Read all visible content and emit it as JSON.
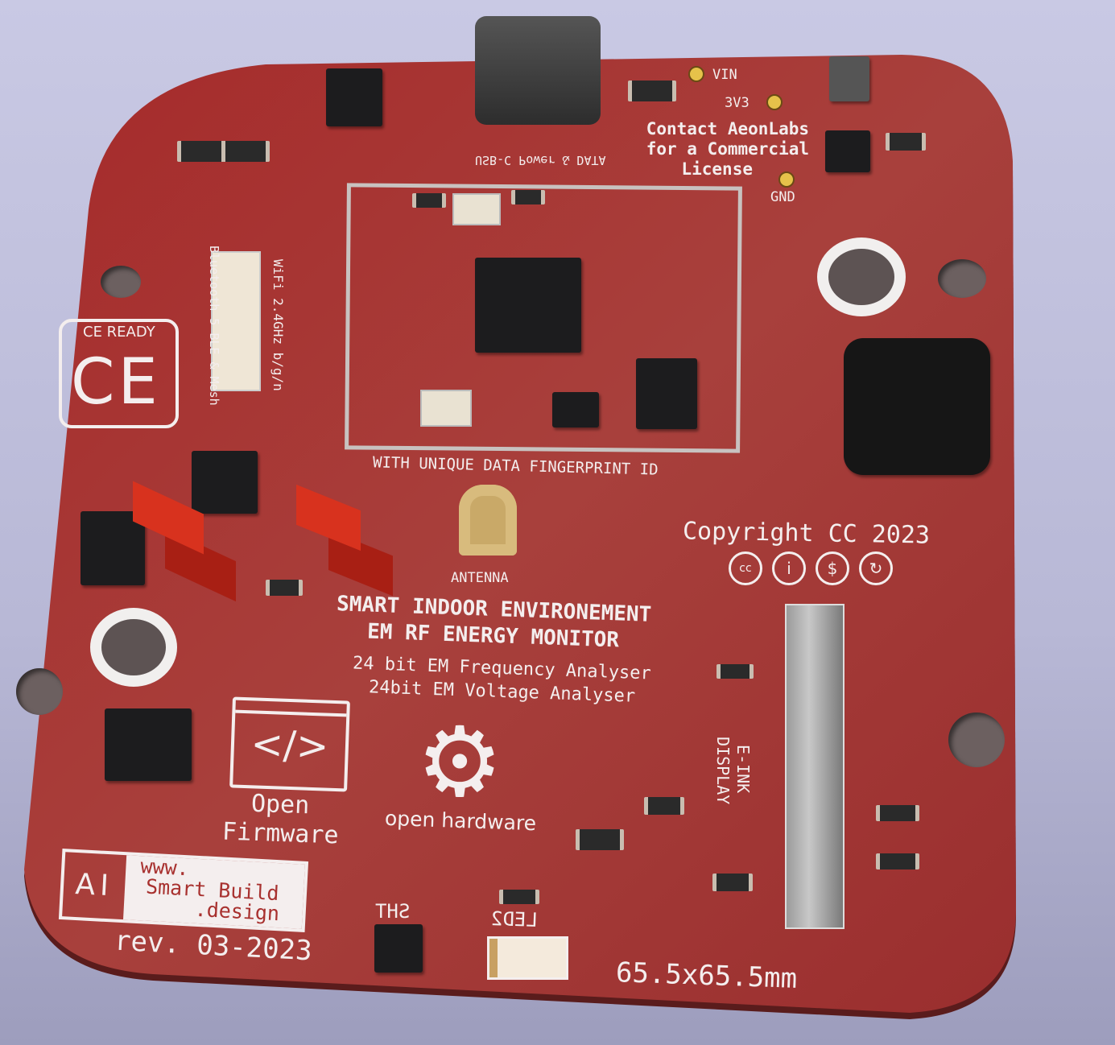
{
  "board": {
    "colors": {
      "solder_mask": "#a8312f",
      "silkscreen": "#f4eeee",
      "pads": "#e6c24a",
      "background": "#c3c3df"
    },
    "usb_label": "USB-C Power & DATA",
    "test_points": {
      "vin": "VIN",
      "v3": "3V3",
      "gnd": "GND"
    },
    "license_notice": [
      "Contact AeonLabs",
      "for a Commercial",
      "License"
    ],
    "wifi_label": "WiFi 2.4GHz b/g/n",
    "bluetooth_label": "Bluetooth 5 BLE & Mesh",
    "ce_ready": "CE READY",
    "ce_mark": "CE",
    "fingerprint_label": "WITH UNIQUE DATA FINGERPRINT ID",
    "antenna_label": "ANTENNA",
    "copyright": "Copyright CC 2023",
    "cc_icons": [
      "cc-icon",
      "by-icon",
      "nc-icon",
      "sa-icon"
    ],
    "product_title": [
      "SMART INDOOR ENVIRONEMENT",
      "EM RF ENERGY MONITOR"
    ],
    "features": [
      "24 bit EM Frequency Analyser",
      "24bit EM Voltage Analyser"
    ],
    "display_label": [
      "E-INK",
      "DISPLAY"
    ],
    "open_firmware": [
      "Open",
      "Firmware"
    ],
    "open_hardware": "open hardware",
    "logo": {
      "ai": "AI",
      "site": [
        "www.",
        "Smart Build",
        ".design"
      ]
    },
    "revision": "rev. 03-2023",
    "sensor_label": "SHT",
    "led_label": "LED2",
    "dimensions": "65.5x65.5mm"
  }
}
